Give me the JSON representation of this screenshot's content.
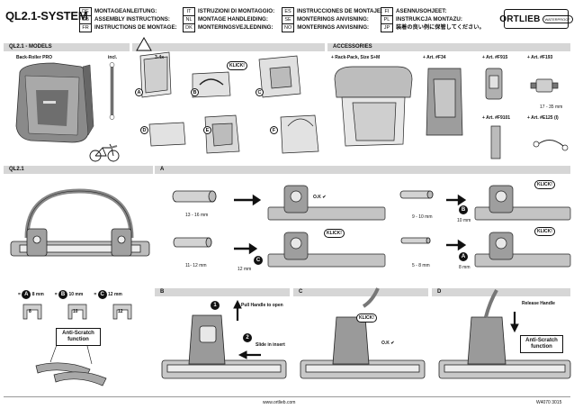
{
  "header": {
    "title": "QL2.1-SYSTEM",
    "languages": [
      {
        "code": "DE",
        "text": "MONTAGEANLEITUNG:"
      },
      {
        "code": "GB",
        "text": "ASSEMBLY INSTRUCTIONS:"
      },
      {
        "code": "FR",
        "text": "INSTRUCTIONS DE MONTAGE:"
      },
      {
        "code": "IT",
        "text": "ISTRUZIONI DI MONTAGGIO:"
      },
      {
        "code": "NL",
        "text": "MONTAGE HANDLEIDING:"
      },
      {
        "code": "DK",
        "text": "MONTERINGSVEJLEDNING:"
      },
      {
        "code": "ES",
        "text": "INSTRUCCIONES DE MONTAJE:"
      },
      {
        "code": "SE",
        "text": "MONTERINGS ANVISNING:"
      },
      {
        "code": "NO",
        "text": "MONTERINGS ANVISNING:"
      },
      {
        "code": "FI",
        "text": "ASENNUSOHJEET:"
      },
      {
        "code": "PL",
        "text": "INSTRUKCJA MONTAZU:"
      },
      {
        "code": "JP",
        "text": "装着の良い例に保管してください。"
      }
    ],
    "brand": "ORTLIEB",
    "brand_badge": "WATERPROOF"
  },
  "models": {
    "band": "QL2.1 - MODELS",
    "product": "Back-Roller PRO",
    "incl": "incl."
  },
  "steps_top": {
    "warn": "!",
    "dim": "3-4x",
    "click": "KLICK!",
    "labels": [
      "A",
      "B",
      "C",
      "D",
      "E",
      "F"
    ]
  },
  "accessories": {
    "band": "ACCESSORIES",
    "items": [
      {
        "label": "+ Rack-Pack, Size S+M"
      },
      {
        "label": "+ Art. #F34"
      },
      {
        "label": "+ Art. #F915"
      },
      {
        "label": "+ Art. #F193"
      },
      {
        "label": "+ Art. #F9101"
      },
      {
        "label": "+ Art. #E125 (I)"
      }
    ],
    "dim": "17 - 35 mm"
  },
  "ql21": {
    "band": "QL2.1"
  },
  "section_a": {
    "band": "A",
    "ok": "O.K",
    "click": "KLICK!",
    "rows": [
      {
        "range": "13 - 16 mm",
        "insert": "",
        "size": ""
      },
      {
        "range": "11- 12 mm",
        "insert": "C",
        "size": "12 mm"
      },
      {
        "range": "9 - 10 mm",
        "insert": "B",
        "size": "10 mm"
      },
      {
        "range": "5 - 8 mm",
        "insert": "A",
        "size": "8 mm"
      }
    ]
  },
  "inserts": {
    "items": [
      {
        "letter": "A",
        "size": "8 mm",
        "num": "8"
      },
      {
        "letter": "B",
        "size": "10 mm",
        "num": "10"
      },
      {
        "letter": "C",
        "size": "12 mm",
        "num": "12"
      }
    ],
    "anti_scratch": "Anti-Scratch function"
  },
  "section_b": {
    "band": "B",
    "step1": "Pull Handle to open",
    "step2": "Slide in insert",
    "n1": "1",
    "n2": "2"
  },
  "section_c": {
    "band": "C",
    "click": "KLICK!",
    "ok": "O.K"
  },
  "section_d": {
    "band": "D",
    "release": "Release Handle",
    "anti_scratch": "Anti-Scratch function"
  },
  "footer": {
    "url": "www.ortlieb.com",
    "code": "W4070 3015"
  }
}
